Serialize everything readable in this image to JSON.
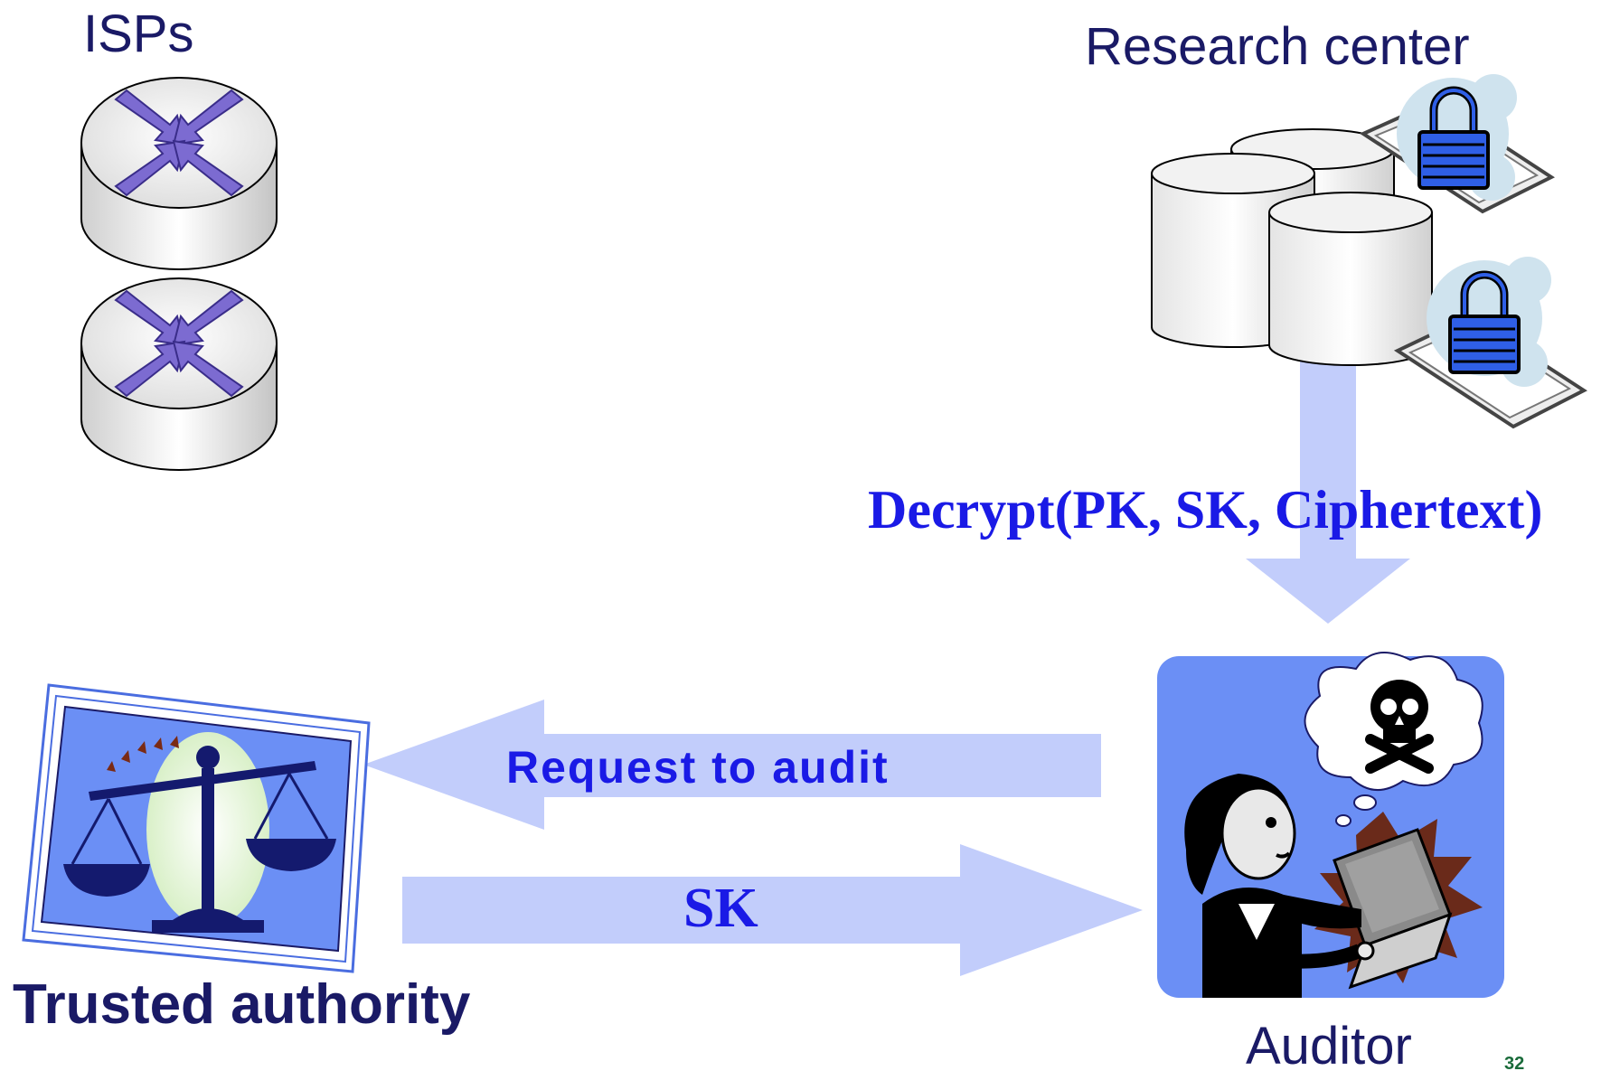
{
  "labels": {
    "isps": "ISPs",
    "research_center": "Research center",
    "decrypt_formula": "Decrypt(PK, SK, Ciphertext)",
    "request_to_audit": "Request to audit",
    "sk": "SK",
    "trusted_authority": "Trusted authority",
    "auditor": "Auditor",
    "page_number": "32"
  },
  "colors": {
    "title_text": "#1a1a66",
    "accent_text": "#1a1ae6",
    "arrow_fill": "#c2cdfb",
    "page_number": "#1a6b3a",
    "panel_blue": "#6b8ff5"
  },
  "icons": {
    "router": "router-icon",
    "database": "database-icon",
    "lock": "padlock-icon",
    "scales": "scales-of-justice-icon",
    "skull": "skull-crossbones-icon",
    "auditor": "woman-with-laptop-icon"
  }
}
